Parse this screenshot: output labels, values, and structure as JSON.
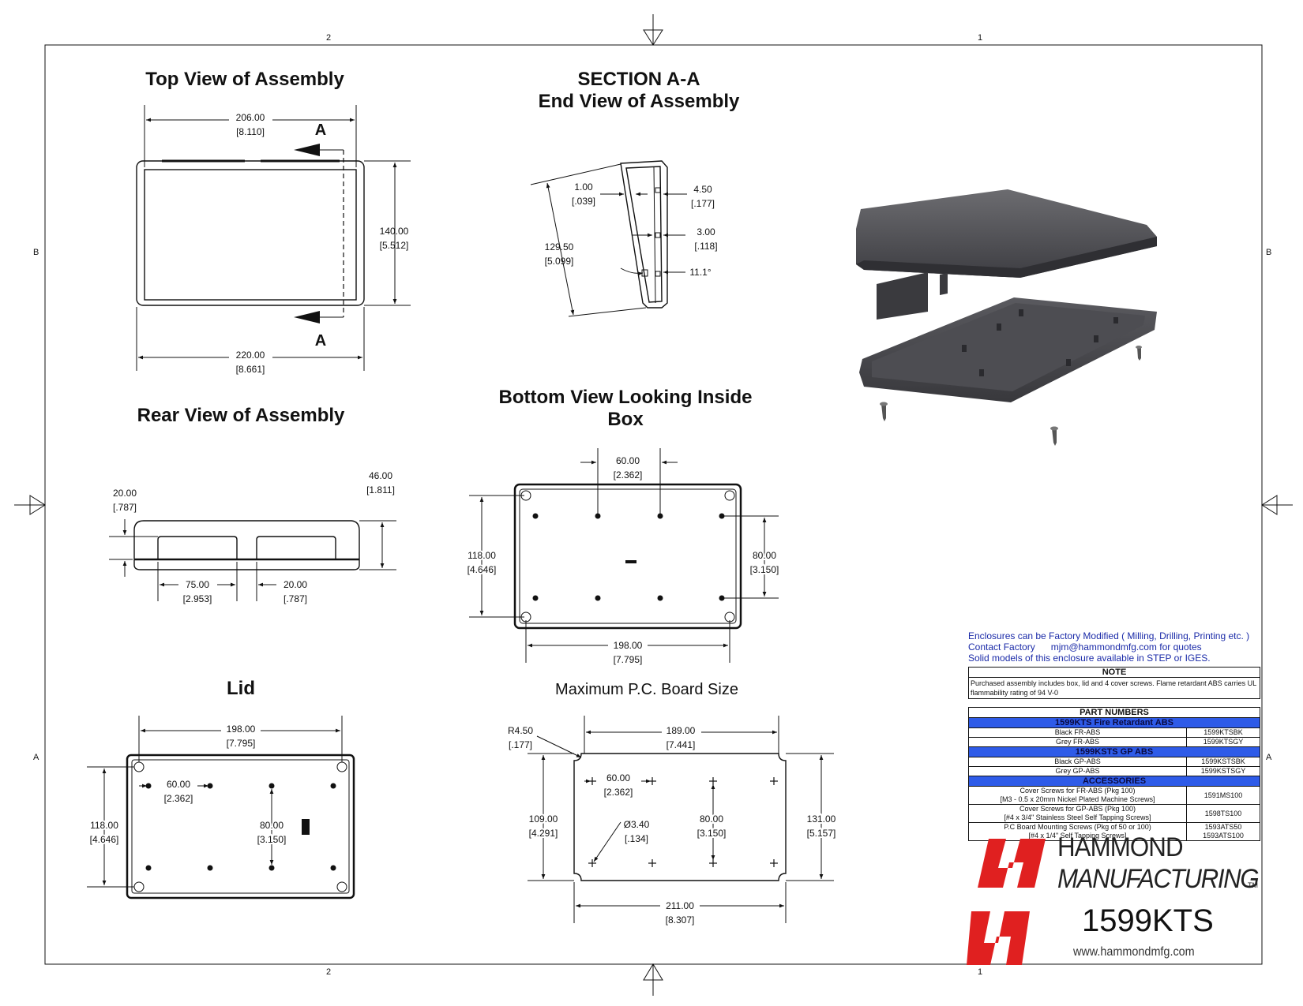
{
  "titles": {
    "top_view": "Top View of Assembly",
    "section_line1": "SECTION A-A",
    "section_line2": "End View of Assembly",
    "rear_view": "Rear View of Assembly",
    "bottom_line1": "Bottom View Looking Inside",
    "bottom_line2": "Box",
    "lid": "Lid",
    "pcb": "Maximum P.C. Board Size"
  },
  "zones": {
    "col2": "2",
    "col1": "1",
    "rowB": "B",
    "rowA": "A",
    "section_mark": "A"
  },
  "dims": {
    "top_w_mm": "206.00",
    "top_w_in": "[8.110]",
    "top_h_mm": "140.00",
    "top_h_in": "[5.512]",
    "top_w2_mm": "220.00",
    "top_w2_in": "[8.661]",
    "sec_t_mm": "1.00",
    "sec_t_in": "[.039]",
    "sec_a_mm": "4.50",
    "sec_a_in": "[.177]",
    "sec_b_mm": "3.00",
    "sec_b_in": "[.118]",
    "sec_h_mm": "129.50",
    "sec_h_in": "[5.099]",
    "sec_angle": "11.1°",
    "rear_a_mm": "20.00",
    "rear_a_in": "[.787]",
    "rear_h_mm": "46.00",
    "rear_h_in": "[1.811]",
    "rear_w_mm": "75.00",
    "rear_w_in": "[2.953]",
    "rear_g_mm": "20.00",
    "rear_g_in": "[.787]",
    "bot_s_mm": "60.00",
    "bot_s_in": "[2.362]",
    "bot_h_mm": "118.00",
    "bot_h_in": "[4.646]",
    "bot_v_mm": "80.00",
    "bot_v_in": "[3.150]",
    "bot_w_mm": "198.00",
    "bot_w_in": "[7.795]",
    "lid_w_mm": "198.00",
    "lid_w_in": "[7.795]",
    "lid_s_mm": "60.00",
    "lid_s_in": "[2.362]",
    "lid_h_mm": "118.00",
    "lid_h_in": "[4.646]",
    "lid_v_mm": "80.00",
    "lid_v_in": "[3.150]",
    "pcb_r_mm": "R4.50",
    "pcb_r_in": "[.177]",
    "pcb_w_mm": "189.00",
    "pcb_w_in": "[7.441]",
    "pcb_s_mm": "60.00",
    "pcb_s_in": "[2.362]",
    "pcb_h_mm": "109.00",
    "pcb_h_in": "[4.291]",
    "pcb_d_mm": "Ø3.40",
    "pcb_d_in": "[.134]",
    "pcb_v_mm": "80.00",
    "pcb_v_in": "[3.150]",
    "pcb_h2_mm": "131.00",
    "pcb_h2_in": "[5.157]",
    "pcb_w2_mm": "211.00",
    "pcb_w2_in": "[8.307]"
  },
  "info": {
    "line1": "Enclosures can be Factory Modified ( Milling, Drilling, Printing etc. )",
    "line2a": "Contact Factory",
    "line2b": "mjm@hammondmfg.com for quotes",
    "line3": "Solid models of this enclosure available in STEP or IGES.",
    "note_title": "NOTE",
    "note_text": "Purchased assembly includes box, lid and 4 cover screws. Flame retardant ABS carries UL flammability rating of 94 V-0"
  },
  "parts_table": {
    "header": "PART NUMBERS",
    "group1": "1599KTS Fire Retardant ABS",
    "rows1": [
      {
        "desc": "Black FR-ABS",
        "pn": "1599KTSBK"
      },
      {
        "desc": "Grey FR-ABS",
        "pn": "1599KTSGY"
      }
    ],
    "group2": "1599KSTS GP ABS",
    "rows2": [
      {
        "desc": "Black GP-ABS",
        "pn": "1599KSTSBK"
      },
      {
        "desc": "Grey GP-ABS",
        "pn": "1599KSTSGY"
      }
    ],
    "accessories": "ACCESSORIES",
    "acc": [
      {
        "l1": "Cover Screws for FR-ABS (Pkg 100)",
        "l2": "[M3 - 0.5 x 20mm Nickel Plated Machine Screws]",
        "p1": "1591MS100",
        "p2": ""
      },
      {
        "l1": "Cover Screws for GP-ABS (Pkg 100)",
        "l2": "[#4 x 3/4\" Stainless Steel Self Tapping Screws]",
        "p1": "1598TS100",
        "p2": ""
      },
      {
        "l1": "P.C Board Mounting Screws (Pkg of 50 or 100)",
        "l2": "[#4 x 1/4\" Self Tapping Screws]",
        "p1": "1593ATS50",
        "p2": "1593ATS100"
      }
    ]
  },
  "brand": {
    "line1": "HAMMOND",
    "line2": "MANUFACTURING",
    "tm": "TM",
    "model": "1599KTS",
    "web": "www.hammondmfg.com",
    "color": "#e02020"
  }
}
